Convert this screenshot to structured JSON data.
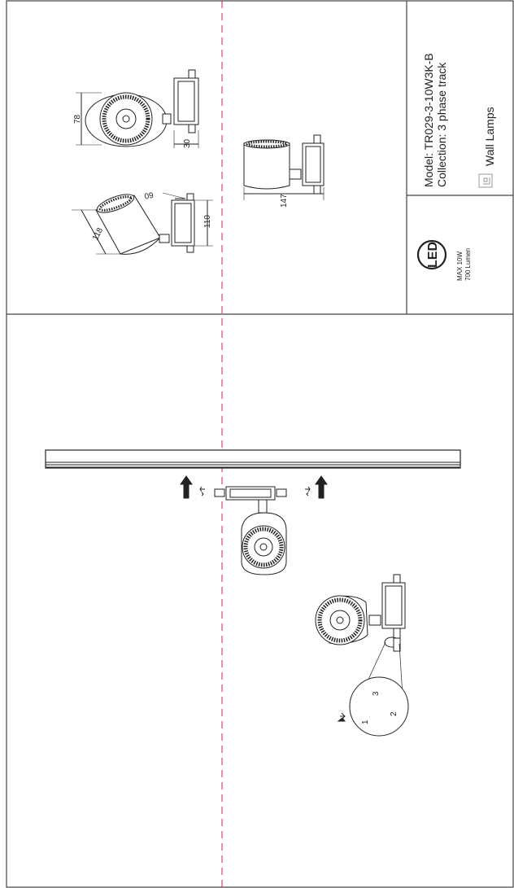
{
  "info": {
    "model": "Model: TR029-3-10W3K-B",
    "collection": "Collection: 3 phase track",
    "category": "Wall Lamps",
    "power": "MAX 10W",
    "lumen": "700 Lumen",
    "led_logo": "LED"
  },
  "dimensions": {
    "d78": "78",
    "d30": "30",
    "d60": "60",
    "d110": "110",
    "d118": "118",
    "d147": "147"
  },
  "detail_numbers": [
    "1",
    "2",
    "3"
  ],
  "colors": {
    "line": "#222222",
    "centerline": "#d11b6a",
    "border": "#444444"
  }
}
